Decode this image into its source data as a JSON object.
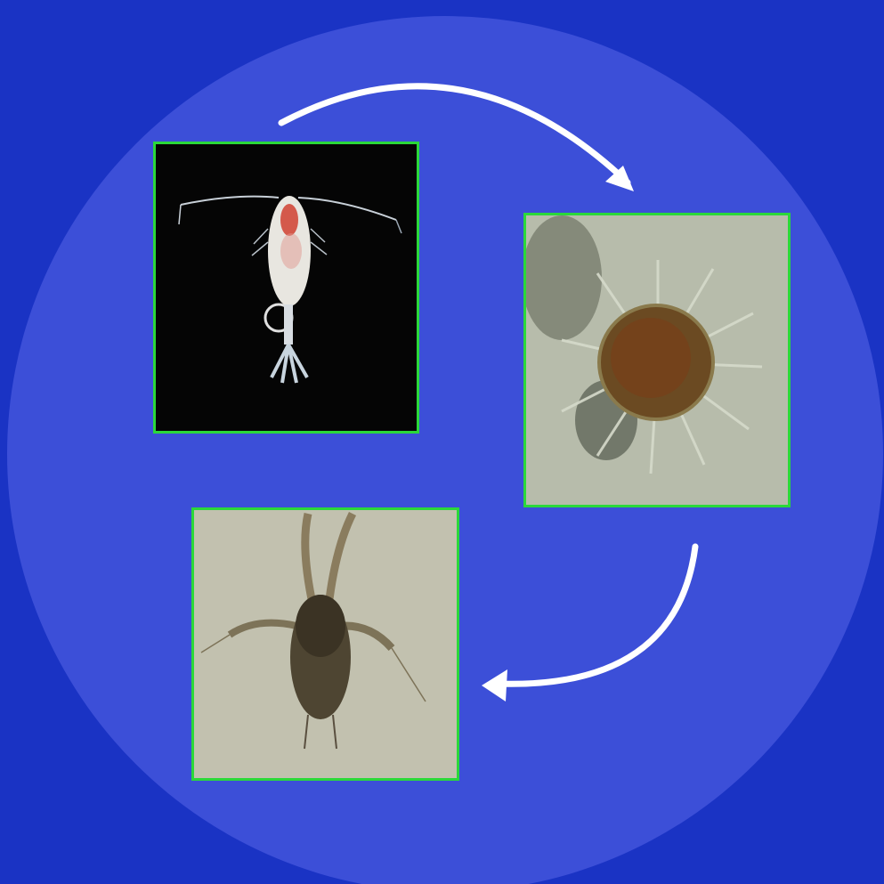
{
  "colors": {
    "background": "#1a33c4",
    "circle": "#3c4fd8",
    "panel_border": "#2bd83a",
    "arrow": "#ffffff"
  },
  "stages": [
    {
      "id": "adult-copepod",
      "image": "copepod-adult-micrograph"
    },
    {
      "id": "resting-egg",
      "image": "spiny-egg-micrograph"
    },
    {
      "id": "nauplius-larva",
      "image": "nauplius-larva-micrograph"
    }
  ],
  "arrows": [
    {
      "from": "adult-copepod",
      "to": "resting-egg"
    },
    {
      "from": "resting-egg",
      "to": "nauplius-larva"
    }
  ]
}
